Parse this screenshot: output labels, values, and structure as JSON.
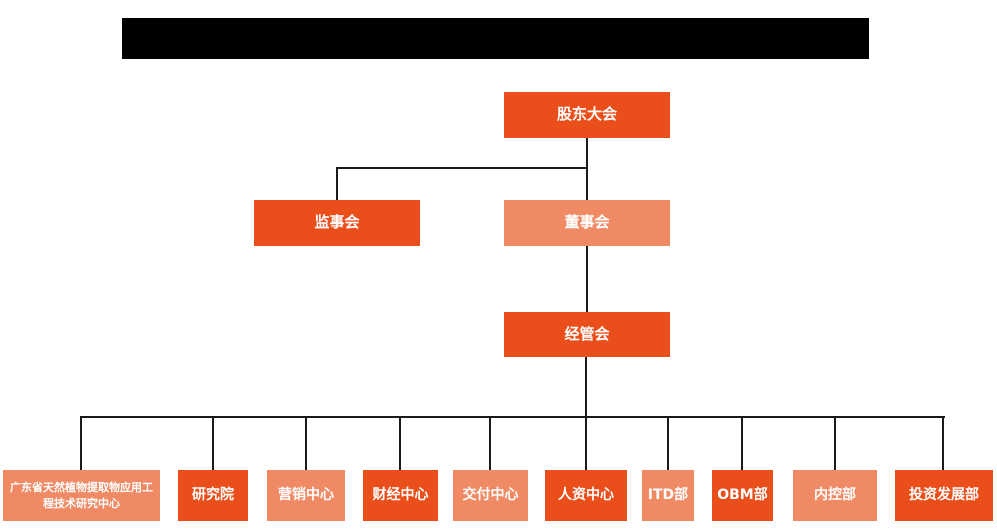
{
  "palette": {
    "primary_orange": "#E94E1B",
    "secondary_orange": "#EF8A64",
    "connector_black": "#1A1A1A",
    "node_text": "#FFFFFF",
    "redaction_black": "#000000"
  },
  "title_bar": {
    "type": "redacted-black-bar"
  },
  "org_chart": {
    "type": "organization-chart",
    "nodes": [
      {
        "id": "shareholders-meeting",
        "label": "股东大会",
        "variant": "dark",
        "level": 1
      },
      {
        "id": "supervisory-board",
        "label": "监事会",
        "variant": "dark",
        "level": 2
      },
      {
        "id": "board-of-directors",
        "label": "董事会",
        "variant": "light",
        "level": 2
      },
      {
        "id": "management-committee",
        "label": "经管会",
        "variant": "dark",
        "level": 3
      },
      {
        "id": "gd-research-center",
        "label": "广东省天然植物提取物应用工程技术研究中心",
        "variant": "light",
        "level": 4
      },
      {
        "id": "research-institute",
        "label": "研究院",
        "variant": "dark",
        "level": 4
      },
      {
        "id": "marketing-center",
        "label": "营销中心",
        "variant": "light",
        "level": 4
      },
      {
        "id": "finance-center",
        "label": "财经中心",
        "variant": "dark",
        "level": 4
      },
      {
        "id": "delivery-center",
        "label": "交付中心",
        "variant": "light",
        "level": 4
      },
      {
        "id": "hr-center",
        "label": "人资中心",
        "variant": "dark",
        "level": 4
      },
      {
        "id": "itd-dept",
        "label": "ITD部",
        "variant": "light",
        "level": 4
      },
      {
        "id": "obm-dept",
        "label": "OBM部",
        "variant": "dark",
        "level": 4
      },
      {
        "id": "internal-control-dept",
        "label": "内控部",
        "variant": "light",
        "level": 4
      },
      {
        "id": "investment-dev-dept",
        "label": "投资发展部",
        "variant": "dark",
        "level": 4
      }
    ],
    "edges": [
      {
        "from": "shareholders-meeting",
        "to": "supervisory-board"
      },
      {
        "from": "shareholders-meeting",
        "to": "board-of-directors"
      },
      {
        "from": "board-of-directors",
        "to": "management-committee"
      },
      {
        "from": "management-committee",
        "to": "gd-research-center"
      },
      {
        "from": "management-committee",
        "to": "research-institute"
      },
      {
        "from": "management-committee",
        "to": "marketing-center"
      },
      {
        "from": "management-committee",
        "to": "finance-center"
      },
      {
        "from": "management-committee",
        "to": "delivery-center"
      },
      {
        "from": "management-committee",
        "to": "hr-center"
      },
      {
        "from": "management-committee",
        "to": "itd-dept"
      },
      {
        "from": "management-committee",
        "to": "obm-dept"
      },
      {
        "from": "management-committee",
        "to": "internal-control-dept"
      },
      {
        "from": "management-committee",
        "to": "investment-dev-dept"
      }
    ]
  }
}
